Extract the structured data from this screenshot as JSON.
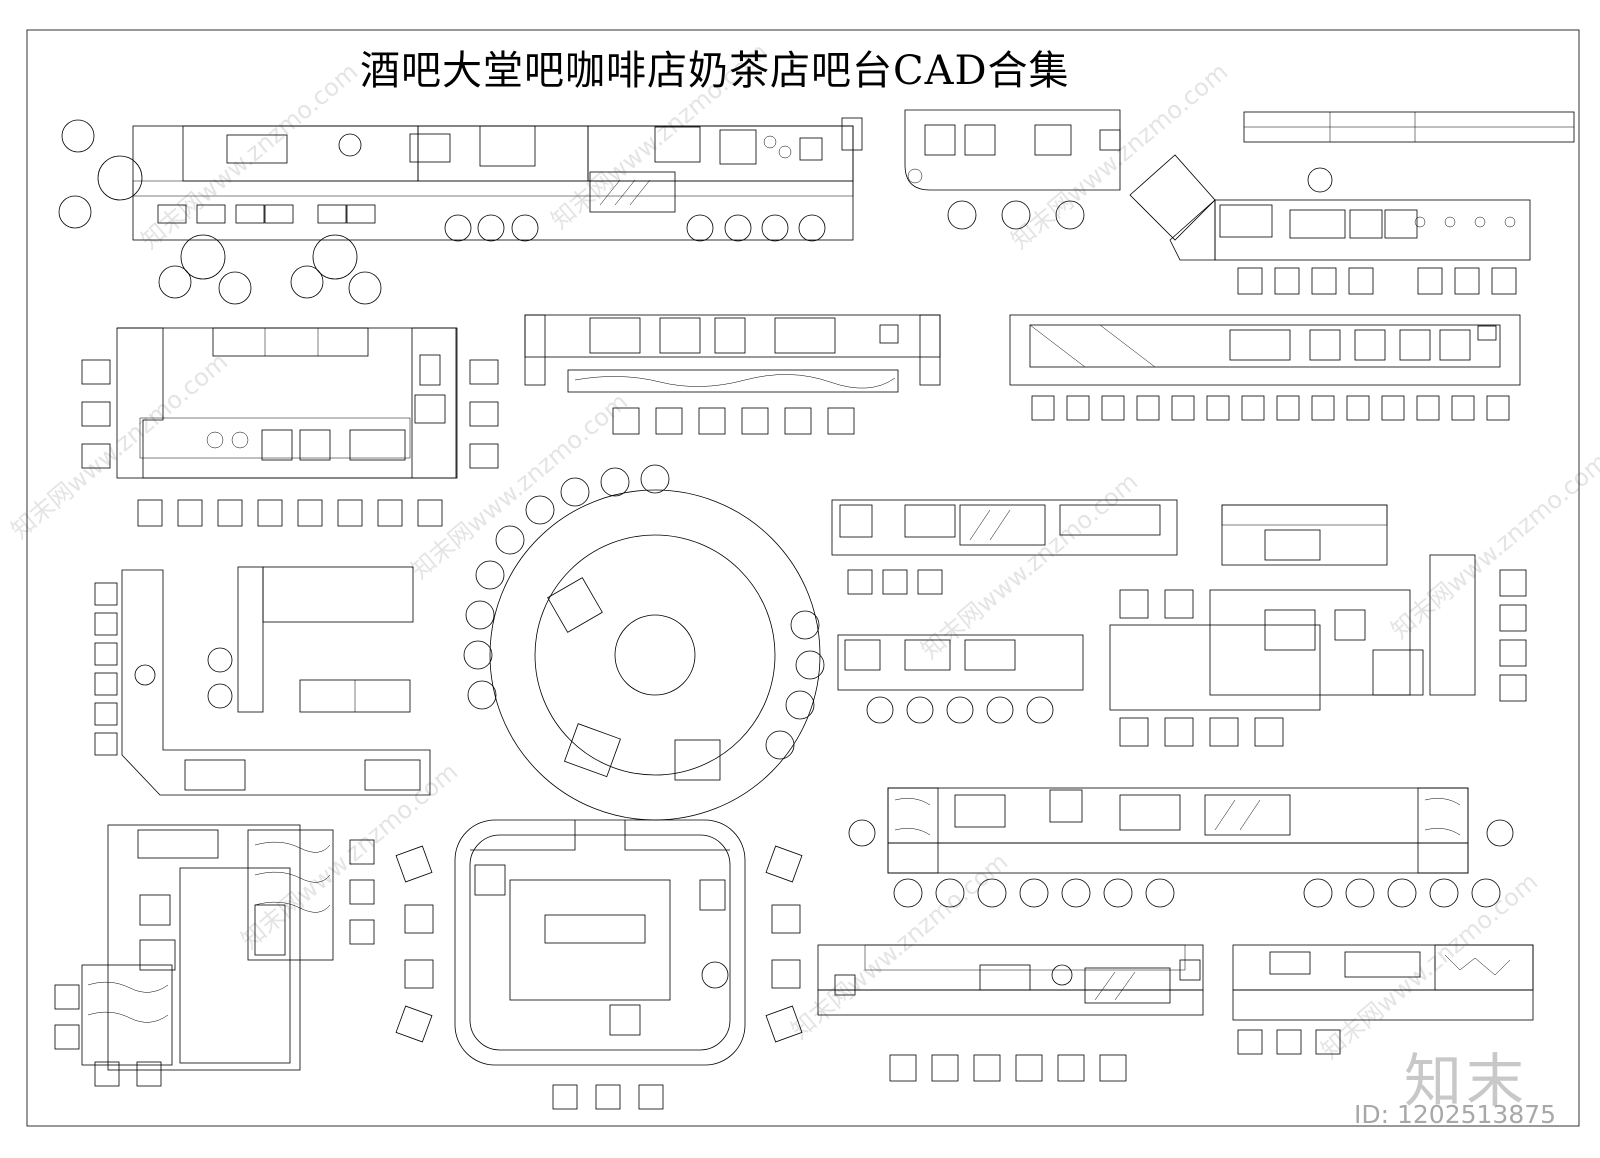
{
  "sheet": {
    "title": "酒吧大堂吧咖啡店奶茶店吧台CAD合集",
    "watermark_text": "知末网www.znzmo.com",
    "brand": "知末",
    "image_id": "ID: 1202513875"
  },
  "colors": {
    "line": "#000000",
    "background": "#ffffff",
    "watermark": "#e4e4e4"
  }
}
